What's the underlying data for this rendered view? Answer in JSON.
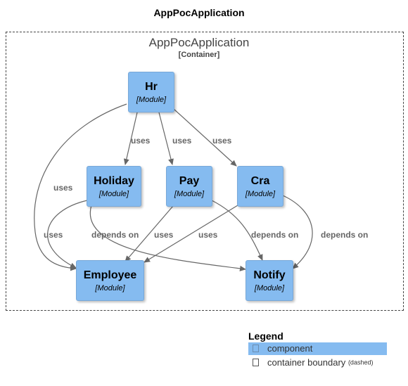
{
  "title": "AppPocApplication",
  "boundary": {
    "name": "AppPocApplication",
    "type": "[Container]"
  },
  "nodes": {
    "hr": {
      "name": "Hr",
      "type": "[Module]"
    },
    "holiday": {
      "name": "Holiday",
      "type": "[Module]"
    },
    "pay": {
      "name": "Pay",
      "type": "[Module]"
    },
    "cra": {
      "name": "Cra",
      "type": "[Module]"
    },
    "employee": {
      "name": "Employee",
      "type": "[Module]"
    },
    "notify": {
      "name": "Notify",
      "type": "[Module]"
    }
  },
  "edges": {
    "hr_holiday": "uses",
    "hr_pay": "uses",
    "hr_cra": "uses",
    "hr_employee": "uses",
    "holiday_employee": "uses",
    "holiday_notify": "depends on",
    "pay_employee": "uses",
    "pay_notify": "depends on",
    "cra_employee": "uses",
    "cra_notify": "depends on"
  },
  "legend": {
    "title": "Legend",
    "component": "component",
    "container": "container boundary",
    "container_note": "(dashed)"
  },
  "colors": {
    "node_fill": "#85BBF0",
    "edge": "#666666",
    "boundary": "#444444"
  }
}
